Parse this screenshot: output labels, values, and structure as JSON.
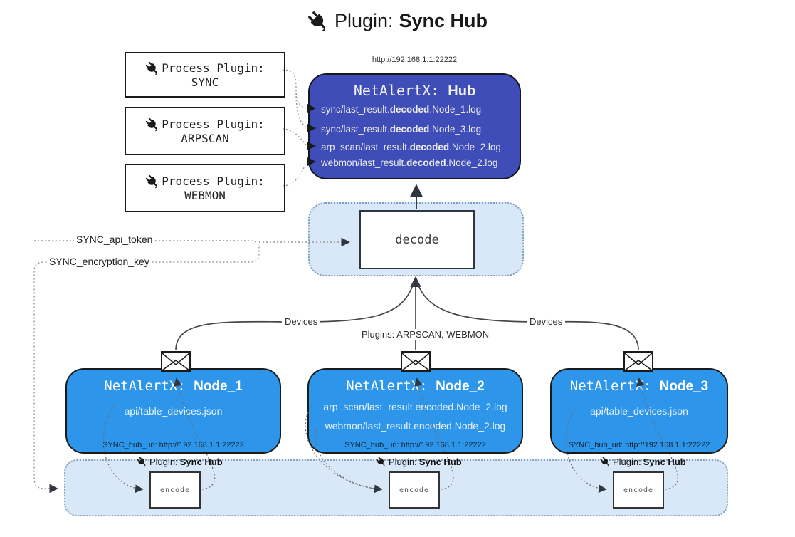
{
  "title": {
    "prefix": "Plugin:",
    "name": "Sync Hub"
  },
  "hub": {
    "url": "http://192.168.1.1:22222",
    "name_prefix": "NetAlertX:",
    "name": "Hub",
    "files": [
      {
        "pre": "sync/last_result.",
        "bold": "decoded",
        "post": ".Node_1.log"
      },
      {
        "pre": "sync/last_result.",
        "bold": "decoded",
        "post": ".Node_3.log"
      },
      {
        "pre": "arp_scan/last_result.",
        "bold": "decoded",
        "post": ".Node_2.log"
      },
      {
        "pre": "webmon/last_result.",
        "bold": "decoded",
        "post": ".Node_2.log"
      }
    ]
  },
  "process_plugins": [
    {
      "label": "Process Plugin:",
      "name": "SYNC"
    },
    {
      "label": "Process Plugin:",
      "name": "ARPSCAN"
    },
    {
      "label": "Process Plugin:",
      "name": "WEBMON"
    }
  ],
  "decode": {
    "label": "decode"
  },
  "secrets": {
    "api_token": "SYNC_api_token",
    "encryption_key": "SYNC_encryption_key"
  },
  "edges": {
    "devices_left": "Devices",
    "devices_right": "Devices",
    "plugins_center": "Plugins: ARPSCAN, WEBMON"
  },
  "nodes": [
    {
      "name_prefix": "NetAlertX:",
      "name": "Node_1",
      "files": [
        "api/table_devices.json"
      ],
      "hub_url": "SYNC_hub_url: http://192.168.1.1:22222"
    },
    {
      "name_prefix": "NetAlertX:",
      "name": "Node_2",
      "files": [
        "arp_scan/last_result.encoded.Node_2.log",
        "webmon/last_result.encoded.Node_2.log"
      ],
      "hub_url": "SYNC_hub_url: http://192.168.1.1:22222"
    },
    {
      "name_prefix": "NetAlertX:",
      "name": "Node_3",
      "files": [
        "api/table_devices.json"
      ],
      "hub_url": "SYNC_hub_url: http://192.168.1.1:22222"
    }
  ],
  "encoders": [
    {
      "plugin_prefix": "Plugin:",
      "plugin_name": "Sync Hub",
      "label": "encode"
    },
    {
      "plugin_prefix": "Plugin:",
      "plugin_name": "Sync Hub",
      "label": "encode"
    },
    {
      "plugin_prefix": "Plugin:",
      "plugin_name": "Sync Hub",
      "label": "encode"
    }
  ],
  "colors": {
    "hub_fill": "#3e4db8",
    "node_fill": "#2e96ea",
    "panel_fill": "#d9e8f8"
  }
}
